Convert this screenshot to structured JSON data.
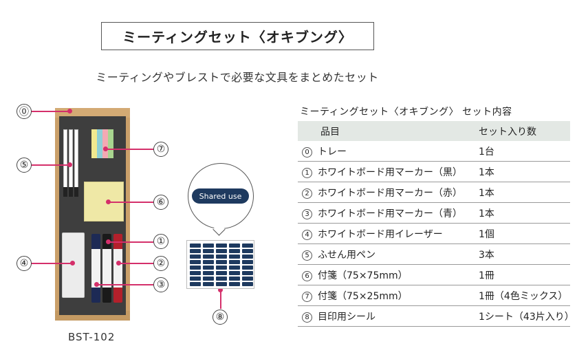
{
  "header": {
    "title": "ミーティングセット〈オキブング〉",
    "subtitle": "ミーティングやブレストで必要な文具をまとめたセット"
  },
  "product": {
    "code": "BST-102"
  },
  "illustration": {
    "callouts": [
      "⓪",
      "⑤",
      "⑦",
      "⑥",
      "①",
      "④",
      "②",
      "③",
      "⑧"
    ],
    "sticker_label": "Shared use"
  },
  "table": {
    "caption": "ミーティングセット〈オキブング〉 セット内容",
    "headers": [
      "品目",
      "セット入り数"
    ],
    "rows": [
      {
        "idx": "0",
        "item": "トレー",
        "qty": "1台"
      },
      {
        "idx": "1",
        "item": "ホワイトボード用マーカー（黒）",
        "qty": "1本"
      },
      {
        "idx": "2",
        "item": "ホワイトボード用マーカー（赤）",
        "qty": "1本"
      },
      {
        "idx": "3",
        "item": "ホワイトボード用マーカー（青）",
        "qty": "1本"
      },
      {
        "idx": "4",
        "item": "ホワイトボード用イレーザー",
        "qty": "1個"
      },
      {
        "idx": "5",
        "item": "ふせん用ペン",
        "qty": "3本"
      },
      {
        "idx": "6",
        "item": "付箋（75×75mm）",
        "qty": "1冊"
      },
      {
        "idx": "7",
        "item": "付箋（75×25mm）",
        "qty": "1冊（4色ミックス）"
      },
      {
        "idx": "8",
        "item": "目印用シール",
        "qty": "1シート（43片入り）"
      }
    ]
  },
  "colors": {
    "accent": "#d42f6a",
    "sticker": "#1e3a5f",
    "tray": "#caa06a",
    "table_header": "#e3e8e4"
  }
}
